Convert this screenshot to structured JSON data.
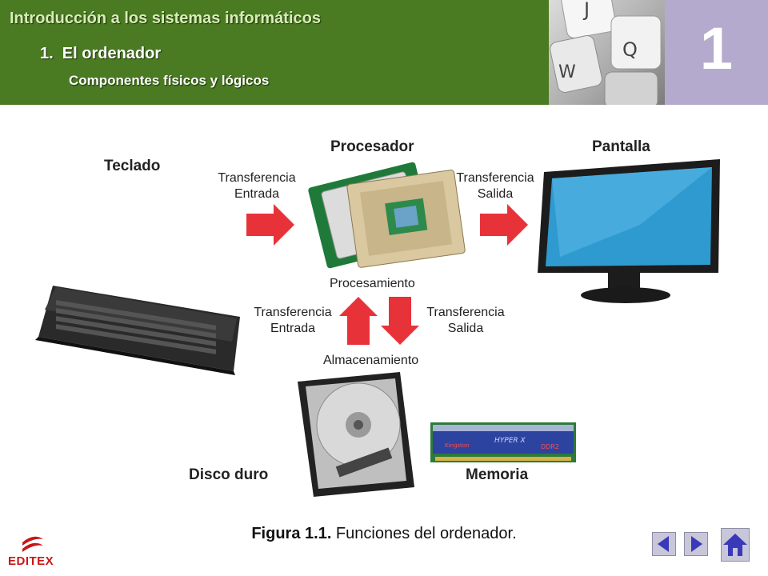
{
  "header": {
    "title": "Introducción a los sistemas informáticos",
    "section": "1.  El ordenador",
    "subtitle": "Componentes físicos y lógicos",
    "chapter_number": "1",
    "keys": [
      "J",
      "Q",
      "W"
    ]
  },
  "diagram": {
    "keyboard_label": "Teclado",
    "processor_label": "Procesador",
    "screen_label": "Pantalla",
    "transfer_in_left": "Transferencia\nEntrada",
    "transfer_out_right": "Transferencia\nSalida",
    "processing_label": "Procesamiento",
    "transfer_in_bottom": "Transferencia\nEntrada",
    "transfer_out_bottom": "Transferencia\nSalida",
    "storage_label": "Almacenamiento",
    "disk_label": "Disco duro",
    "memory_label": "Memoria",
    "ram_brand_1": "HYPER X",
    "ram_brand_2": "Kingston",
    "ram_brand_3": "DDR2"
  },
  "caption": {
    "prefix": "Figura 1.1.",
    "text": " Funciones del ordenador."
  },
  "logo": {
    "text": "EDITEX"
  },
  "nav": {
    "prev": "previous-slide",
    "next": "next-slide",
    "home": "home"
  },
  "colors": {
    "header_green": "#4a7a22",
    "chapter_box": "#b4aacd",
    "arrow_red": "#e8323a",
    "logo_red": "#c91616",
    "nav_button": "#c7c7d9",
    "nav_icon": "#3a3ab8"
  }
}
